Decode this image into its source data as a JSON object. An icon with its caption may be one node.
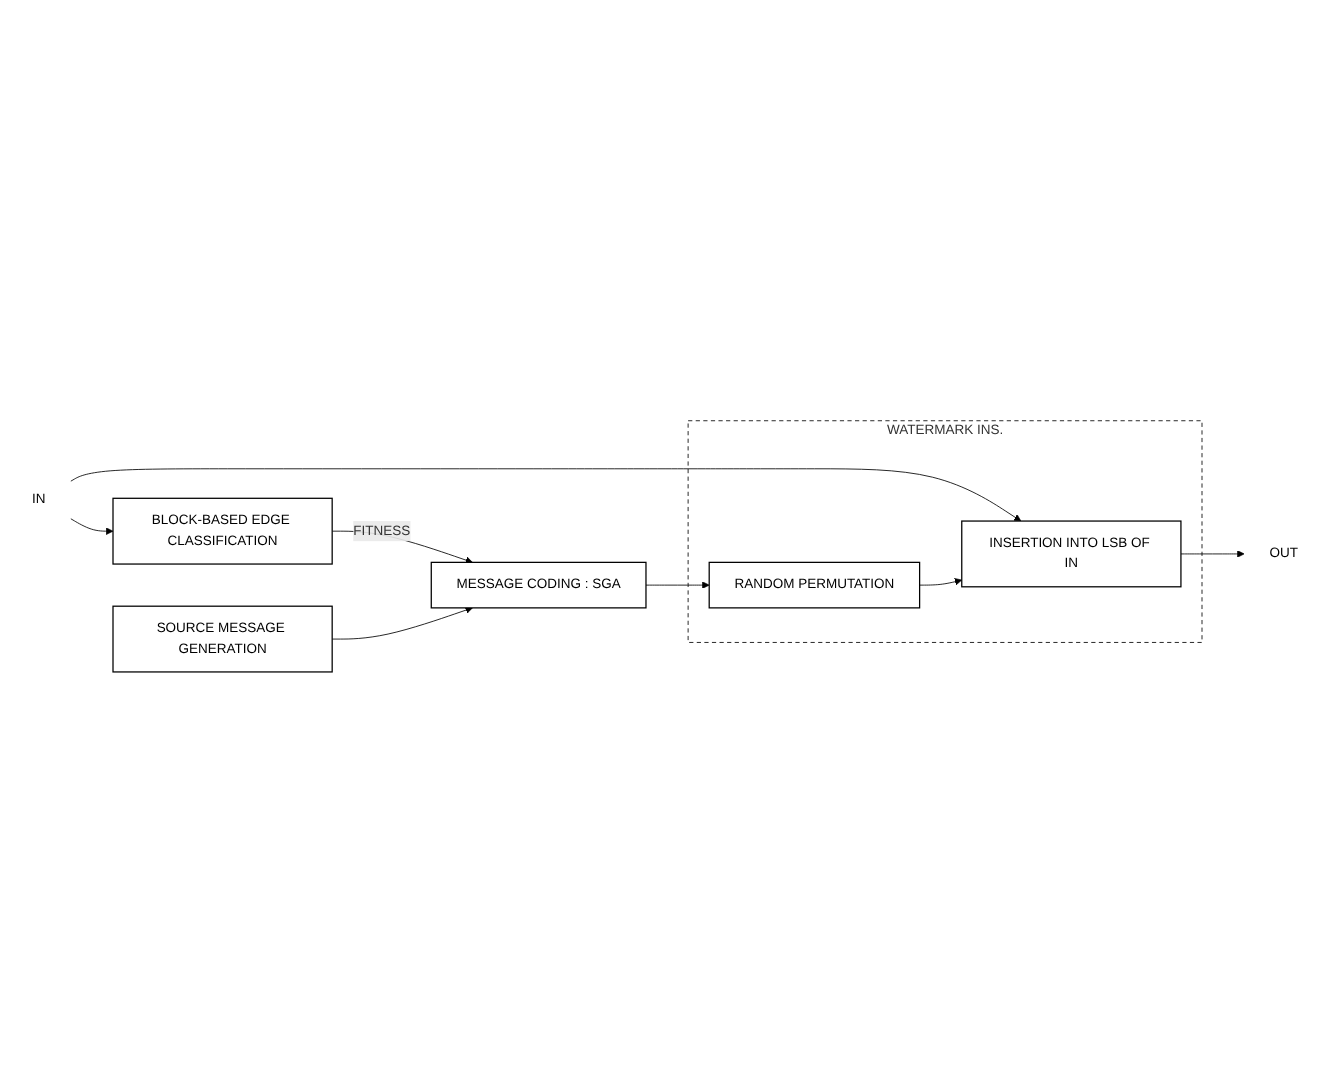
{
  "diagram": {
    "nodes": [
      {
        "text": [
          "IN"
        ]
      },
      {
        "text": [
          "WATERMARK INS."
        ]
      },
      {
        "text": [
          "INSERTION INTO LSB OF IN"
        ],
        "in": 1
      },
      {
        "text": [
          "RANDOM PERMUTATION"
        ],
        "in": 1
      },
      {
        "text": [
          "BLOCK-BASED EDGE CLASSIFICATION"
        ]
      },
      {
        "text": [
          "MESSAGE CODING : SGA"
        ]
      },
      {
        "text": [
          "SOURCE MESSAGE GENERATION"
        ]
      },
      {
        "text": [
          "OUT"
        ]
      }
    ],
    "edges": [
      {
        "from": 0,
        "to": 4,
        "arrow": "to"
      },
      {
        "from": 0,
        "to": 2,
        "arrow": "to"
      },
      {
        "from": 4,
        "to": 5,
        "arrow": "to",
        "label": "FITNESS"
      },
      {
        "from": 6,
        "to": 5,
        "arrow": "to"
      },
      {
        "from": 5,
        "to": 3,
        "arrow": "to"
      },
      {
        "from": 3,
        "to": 2,
        "arrow": "to"
      },
      {
        "from": 2,
        "to": 7,
        "arrow": "to"
      }
    ]
  }
}
